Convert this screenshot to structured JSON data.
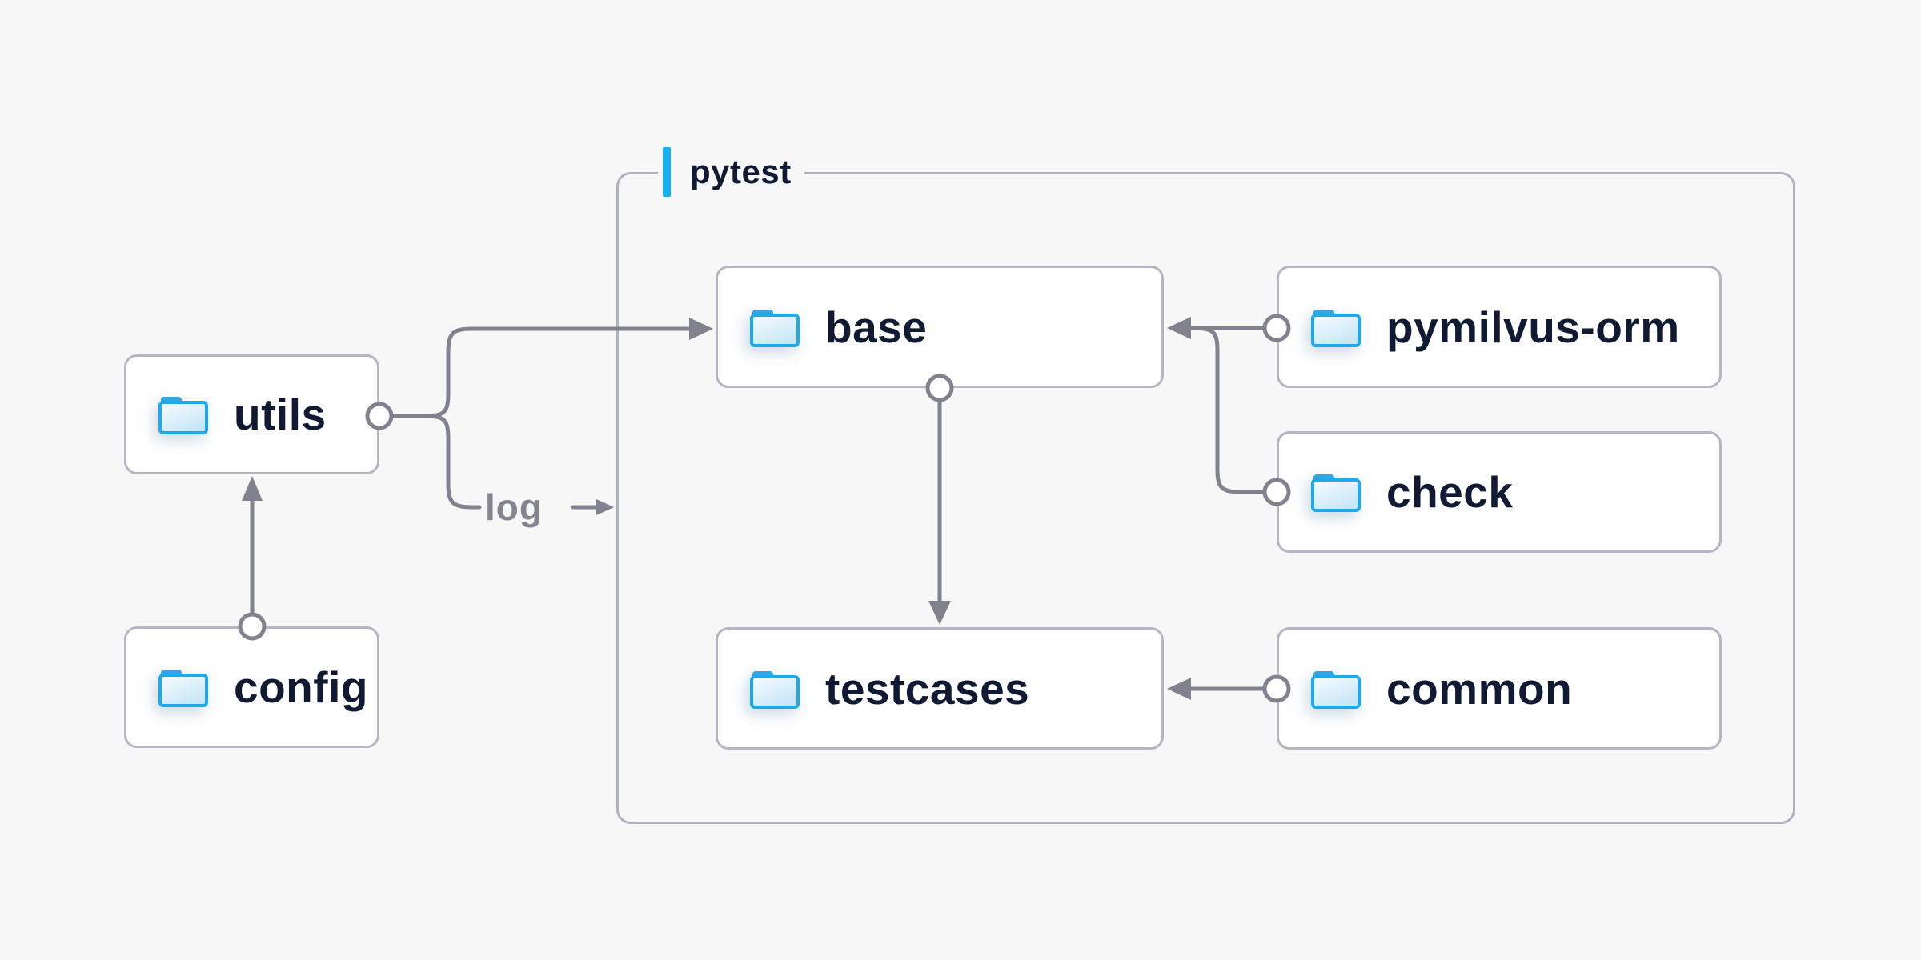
{
  "diagram": {
    "group_label": "pytest",
    "log_label": "log",
    "nodes": {
      "utils": {
        "label": "utils"
      },
      "config": {
        "label": "config"
      },
      "base": {
        "label": "base"
      },
      "testcases": {
        "label": "testcases"
      },
      "pymilvus_orm": {
        "label": "pymilvus-orm"
      },
      "check": {
        "label": "check"
      },
      "common": {
        "label": "common"
      }
    },
    "edges": [
      {
        "from": "config",
        "to": "utils"
      },
      {
        "from": "utils",
        "to": "base"
      },
      {
        "from": "utils",
        "to": "log-label",
        "label": "log"
      },
      {
        "from": "pymilvus-orm",
        "to": "base"
      },
      {
        "from": "check",
        "to": "base"
      },
      {
        "from": "base",
        "to": "testcases"
      },
      {
        "from": "common",
        "to": "testcases"
      }
    ],
    "colors": {
      "background": "#f7f7f8",
      "accent_blue": "#17b0f1",
      "connector_gray": "#82828e",
      "text_navy": "#101b33",
      "muted_label_gray": "#85858f",
      "folder_blue": "#1ea9ea",
      "node_border": "#b6b5c2",
      "group_border": "#b2b1bf",
      "node_background": "#ffffff"
    }
  }
}
